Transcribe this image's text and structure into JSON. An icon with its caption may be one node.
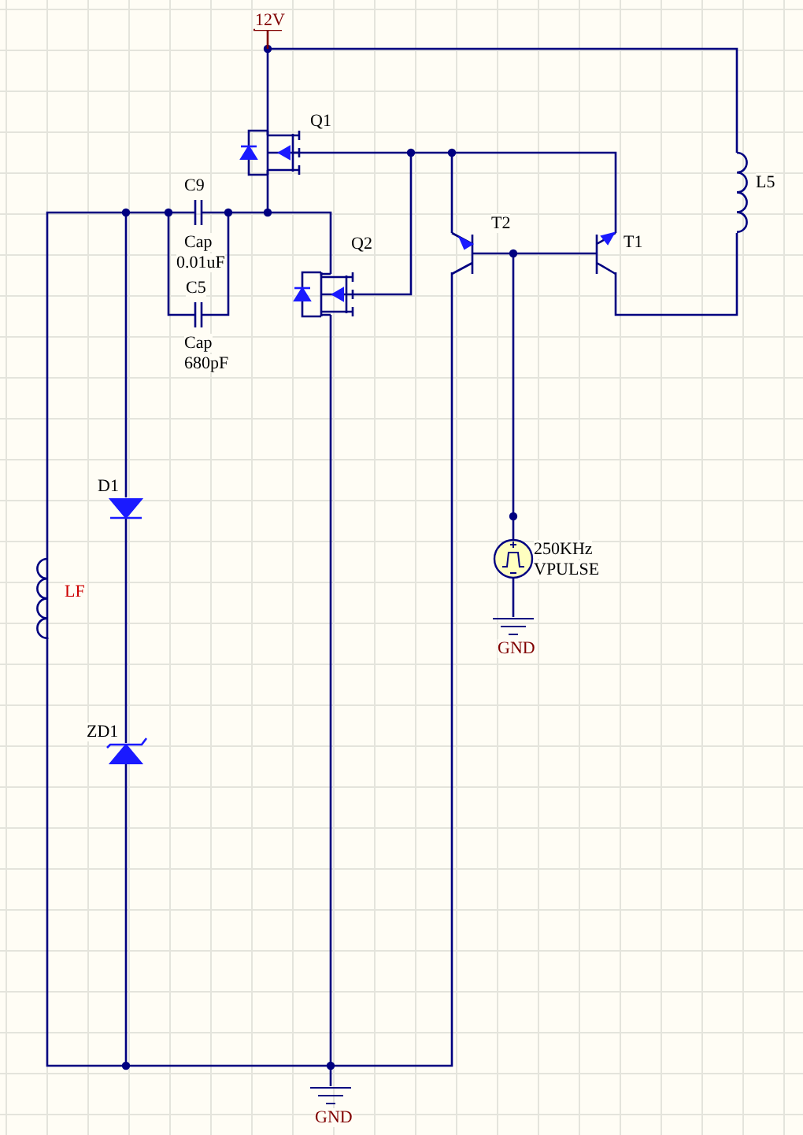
{
  "diagram": {
    "labels": [
      "12V",
      "Q1",
      "L5",
      "C9",
      "T2",
      "T1",
      "Q2",
      "Cap",
      "0.01uF",
      "C5",
      "Cap",
      "680pF",
      "D1",
      "250KHz",
      "VPULSE",
      "LF",
      "GND",
      "ZD1",
      "GND"
    ]
  }
}
